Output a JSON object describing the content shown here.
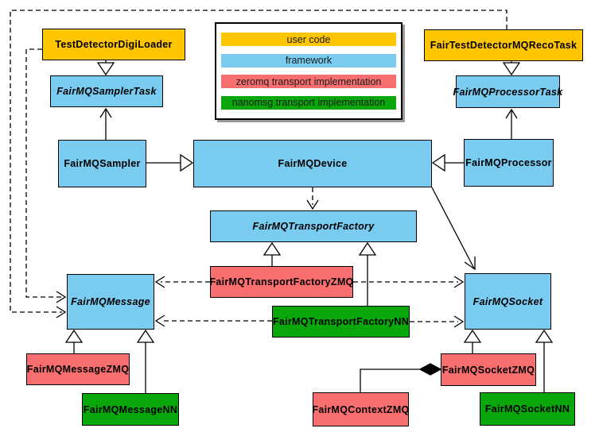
{
  "colors": {
    "user_code": "#ffc500",
    "framework": "#79cbf0",
    "zeromq": "#f96f6f",
    "nanomsg": "#0aa70a"
  },
  "legend": {
    "items": [
      {
        "label": "user code",
        "type": "user_code"
      },
      {
        "label": "framework",
        "type": "framework"
      },
      {
        "label": "zeromq transport implementation",
        "type": "zeromq"
      },
      {
        "label": "nanomsg transport implementation",
        "type": "nanomsg"
      }
    ]
  },
  "nodes": {
    "testDetectorDigiLoader": {
      "label": "TestDetectorDigiLoader",
      "type": "user_code",
      "abstract": false
    },
    "fairTestDetectorMQRecoTask": {
      "label": "FairTestDetectorMQRecoTask",
      "type": "user_code",
      "abstract": false
    },
    "fairMQSamplerTask": {
      "label": "FairMQSamplerTask",
      "type": "framework",
      "abstract": true
    },
    "fairMQProcessorTask": {
      "label": "FairMQProcessorTask",
      "type": "framework",
      "abstract": true
    },
    "fairMQSampler": {
      "label": "FairMQSampler",
      "type": "framework",
      "abstract": false
    },
    "fairMQDevice": {
      "label": "FairMQDevice",
      "type": "framework",
      "abstract": false
    },
    "fairMQProcessor": {
      "label": "FairMQProcessor",
      "type": "framework",
      "abstract": false
    },
    "fairMQTransportFactory": {
      "label": "FairMQTransportFactory",
      "type": "framework",
      "abstract": true
    },
    "fairMQTransportFactoryZMQ": {
      "label": "FairMQTransportFactoryZMQ",
      "type": "zeromq",
      "abstract": false
    },
    "fairMQTransportFactoryNN": {
      "label": "FairMQTransportFactoryNN",
      "type": "nanomsg",
      "abstract": false
    },
    "fairMQMessage": {
      "label": "FairMQMessage",
      "type": "framework",
      "abstract": true
    },
    "fairMQSocket": {
      "label": "FairMQSocket",
      "type": "framework",
      "abstract": true
    },
    "fairMQMessageZMQ": {
      "label": "FairMQMessageZMQ",
      "type": "zeromq",
      "abstract": false
    },
    "fairMQMessageNN": {
      "label": "FairMQMessageNN",
      "type": "nanomsg",
      "abstract": false
    },
    "fairMQContextZMQ": {
      "label": "FairMQContextZMQ",
      "type": "zeromq",
      "abstract": false
    },
    "fairMQSocketZMQ": {
      "label": "FairMQSocketZMQ",
      "type": "zeromq",
      "abstract": false
    },
    "fairMQSocketNN": {
      "label": "FairMQSocketNN",
      "type": "nanomsg",
      "abstract": false
    }
  },
  "relations": [
    {
      "from": "TestDetectorDigiLoader",
      "to": "FairMQSamplerTask",
      "type": "inheritance"
    },
    {
      "from": "FairTestDetectorMQRecoTask",
      "to": "FairMQProcessorTask",
      "type": "inheritance"
    },
    {
      "from": "FairMQSampler",
      "to": "FairMQSamplerTask",
      "type": "association"
    },
    {
      "from": "FairMQProcessor",
      "to": "FairMQProcessorTask",
      "type": "association"
    },
    {
      "from": "FairMQSampler",
      "to": "FairMQDevice",
      "type": "inheritance"
    },
    {
      "from": "FairMQProcessor",
      "to": "FairMQDevice",
      "type": "inheritance"
    },
    {
      "from": "FairMQDevice",
      "to": "FairMQTransportFactory",
      "type": "dependency"
    },
    {
      "from": "FairMQDevice",
      "to": "FairMQSocket",
      "type": "association"
    },
    {
      "from": "FairMQTransportFactoryZMQ",
      "to": "FairMQTransportFactory",
      "type": "inheritance"
    },
    {
      "from": "FairMQTransportFactoryNN",
      "to": "FairMQTransportFactory",
      "type": "inheritance"
    },
    {
      "from": "FairMQTransportFactoryZMQ",
      "to": "FairMQMessage",
      "type": "dependency"
    },
    {
      "from": "FairMQTransportFactoryZMQ",
      "to": "FairMQSocket",
      "type": "dependency"
    },
    {
      "from": "FairMQTransportFactoryNN",
      "to": "FairMQMessage",
      "type": "dependency"
    },
    {
      "from": "FairMQTransportFactoryNN",
      "to": "FairMQSocket",
      "type": "dependency"
    },
    {
      "from": "TestDetectorDigiLoader",
      "to": "FairMQMessage",
      "type": "dependency"
    },
    {
      "from": "FairTestDetectorMQRecoTask",
      "to": "FairMQMessage",
      "type": "dependency"
    },
    {
      "from": "FairMQMessageZMQ",
      "to": "FairMQMessage",
      "type": "inheritance"
    },
    {
      "from": "FairMQMessageNN",
      "to": "FairMQMessage",
      "type": "inheritance"
    },
    {
      "from": "FairMQSocketZMQ",
      "to": "FairMQSocket",
      "type": "inheritance"
    },
    {
      "from": "FairMQSocketNN",
      "to": "FairMQSocket",
      "type": "inheritance"
    },
    {
      "from": "FairMQSocketZMQ",
      "to": "FairMQContextZMQ",
      "type": "composition"
    }
  ]
}
